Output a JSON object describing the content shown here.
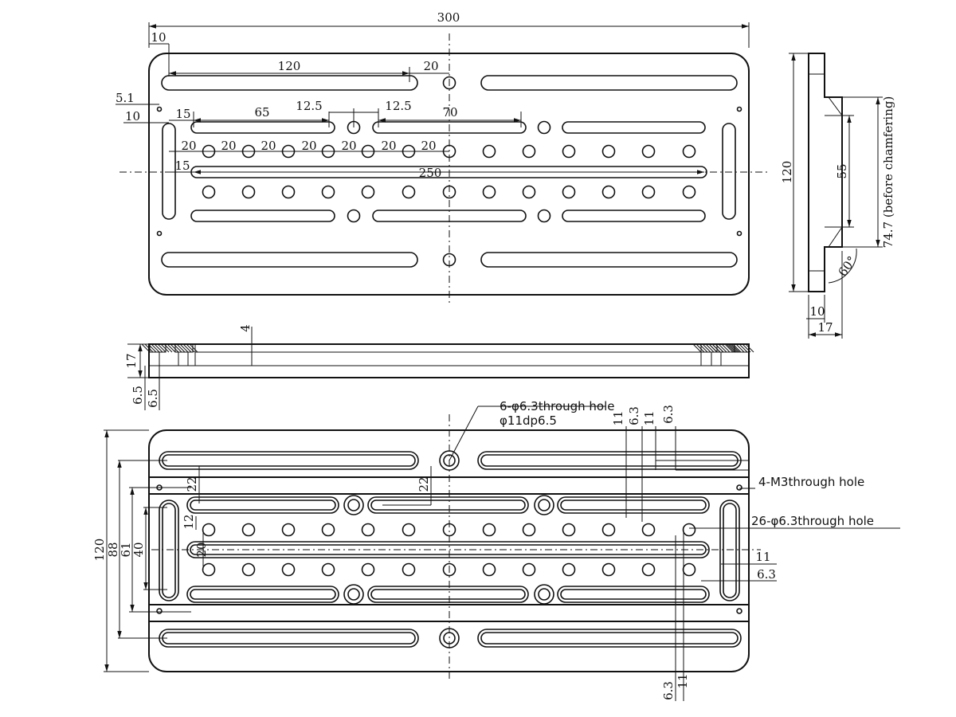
{
  "top_view": {
    "dims": {
      "overall_length": "300",
      "edge_10": "10",
      "slot_long": "120",
      "offset_20": "20",
      "hole_5_1": "5.1",
      "edge_10_left": "10",
      "off_15": "15",
      "slot_65": "65",
      "gap_12_5_a": "12.5",
      "gap_12_5_b": "12.5",
      "slot_70": "70",
      "pitch": [
        "20",
        "20",
        "20",
        "20",
        "20",
        "20",
        "20"
      ],
      "off_15_b": "15",
      "slot_250": "250"
    }
  },
  "side_view": {
    "dims": {
      "height_120": "120",
      "depth_55": "55",
      "chamfer_note": "74.7 (before chamfering)",
      "angle": "60°",
      "w_10": "10",
      "w_17": "17"
    }
  },
  "front_view": {
    "dims": {
      "thk_17": "17",
      "thk_4": "4",
      "cb_6_5_a": "6.5",
      "cb_6_5_b": "6.5"
    }
  },
  "bottom_view": {
    "callouts": {
      "hole_6": "6-φ6.3through hole",
      "hole_6_cb": "φ11dp6.5",
      "m3": "4-M3through hole",
      "hole_26": "26-φ6.3through hole"
    },
    "dims": {
      "h_120": "120",
      "h_88": "88",
      "h_61": "61",
      "h_40": "40",
      "h_20": "20",
      "h_12": "12",
      "d_22_a": "22",
      "d_22_b": "22",
      "top_11_a": "11",
      "top_6_3_a": "6.3",
      "top_11_b": "11",
      "top_6_3_b": "6.3",
      "r_11": "11",
      "r_6_3": "6.3",
      "bot_6_3": "6.3",
      "bot_11": "11"
    }
  }
}
